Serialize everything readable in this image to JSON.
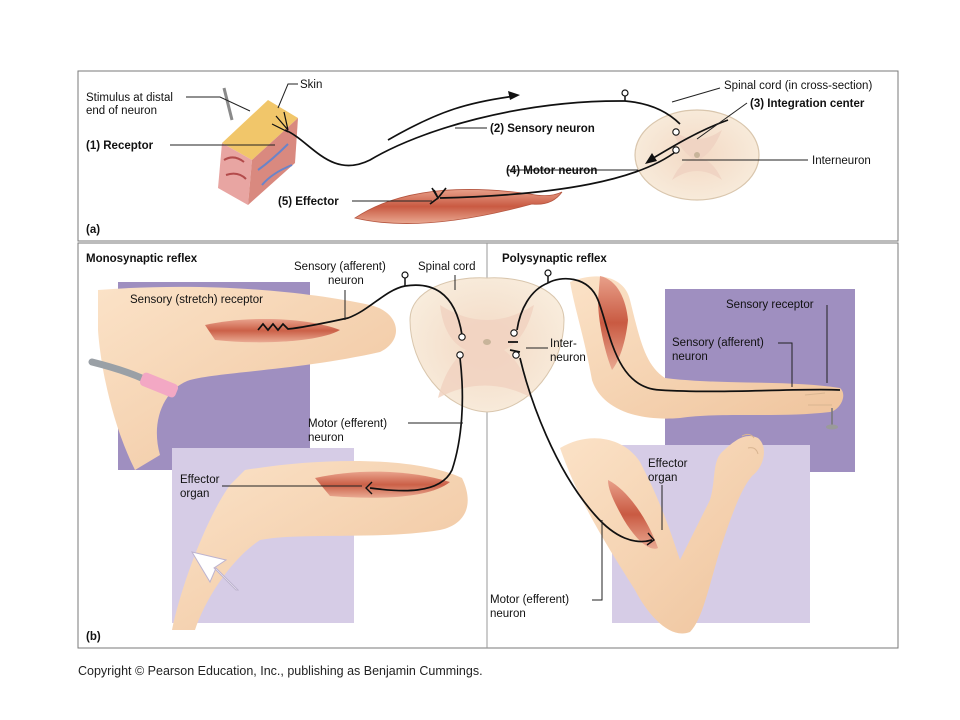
{
  "panel_a": {
    "tag": "(a)",
    "labels": {
      "skin": "Skin",
      "stimulus_1": "Stimulus at distal",
      "stimulus_2": "end of neuron",
      "receptor": "(1) Receptor",
      "sensory_neuron": "(2) Sensory neuron",
      "integration": "(3) Integration center",
      "spinal_cord": "Spinal cord (in cross-section)",
      "interneuron": "Interneuron",
      "motor_neuron": "(4) Motor neuron",
      "effector": "(5) Effector"
    }
  },
  "panel_b": {
    "tag": "(b)",
    "mono": {
      "title": "Monosynaptic reflex",
      "stretch_receptor": "Sensory (stretch) receptor",
      "sensory_1": "Sensory (afferent)",
      "sensory_2": "neuron",
      "spinal_cord": "Spinal cord",
      "motor_1": "Motor (efferent)",
      "motor_2": "neuron",
      "effector_1": "Effector",
      "effector_2": "organ"
    },
    "poly": {
      "title": "Polysynaptic reflex",
      "sensory_receptor": "Sensory receptor",
      "sensory_1": "Sensory (afferent)",
      "sensory_2": "neuron",
      "inter_1": "Inter-",
      "inter_2": "neuron",
      "effector_1": "Effector",
      "effector_2": "organ",
      "motor_1": "Motor (efferent)",
      "motor_2": "neuron"
    }
  },
  "colors": {
    "frame": "#7a7a7a",
    "skin_tone": "#f6d7b8",
    "muscle": "#c9634d",
    "lavender": "#9f8fc0",
    "lavender_light": "#d6cce6",
    "cord": "#f4e7d2"
  },
  "copyright": "Copyright © Pearson Education, Inc., publishing as Benjamin Cummings."
}
